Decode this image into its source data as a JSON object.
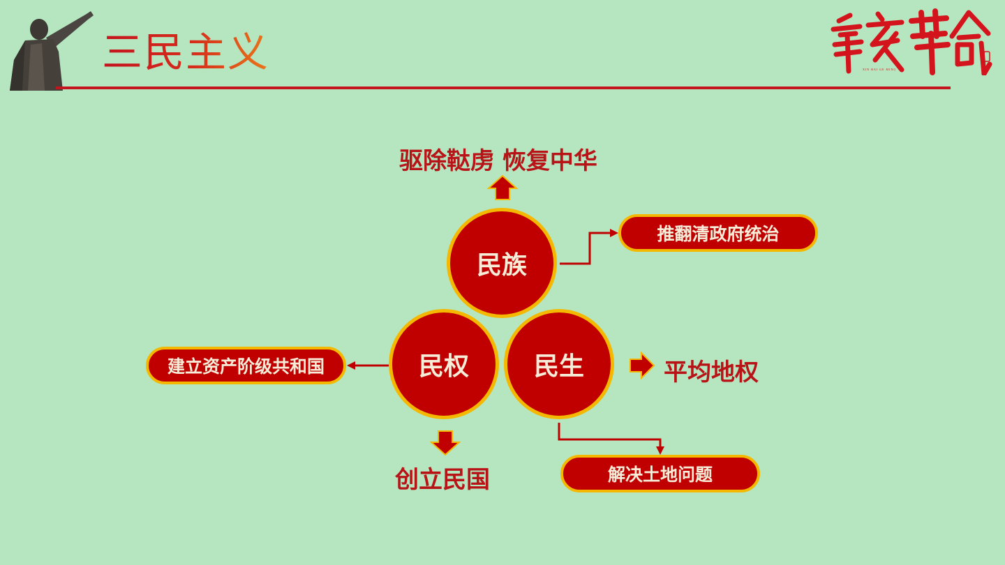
{
  "header": {
    "title": "三民主义",
    "logo_text": "辛亥革命",
    "logo_subtitle": "XIN HAI GE MING",
    "accent_color": "#c4141e",
    "background_color": "#b5e6c0"
  },
  "diagram": {
    "nodes": {
      "minzu": "民族",
      "minquan": "民权",
      "minsheng": "民生"
    },
    "minzu": {
      "slogan": "驱除鞑虏 恢复中华",
      "goal": "推翻清政府统治"
    },
    "minquan": {
      "slogan": "创立民国",
      "goal": "建立资产阶级共和国"
    },
    "minsheng": {
      "slogan": "平均地权",
      "goal": "解决土地问题"
    },
    "colors": {
      "node_fill": "#c00000",
      "node_border": "#f5b800",
      "node_text": "#f7ecd8",
      "label_text": "#b81418"
    }
  }
}
